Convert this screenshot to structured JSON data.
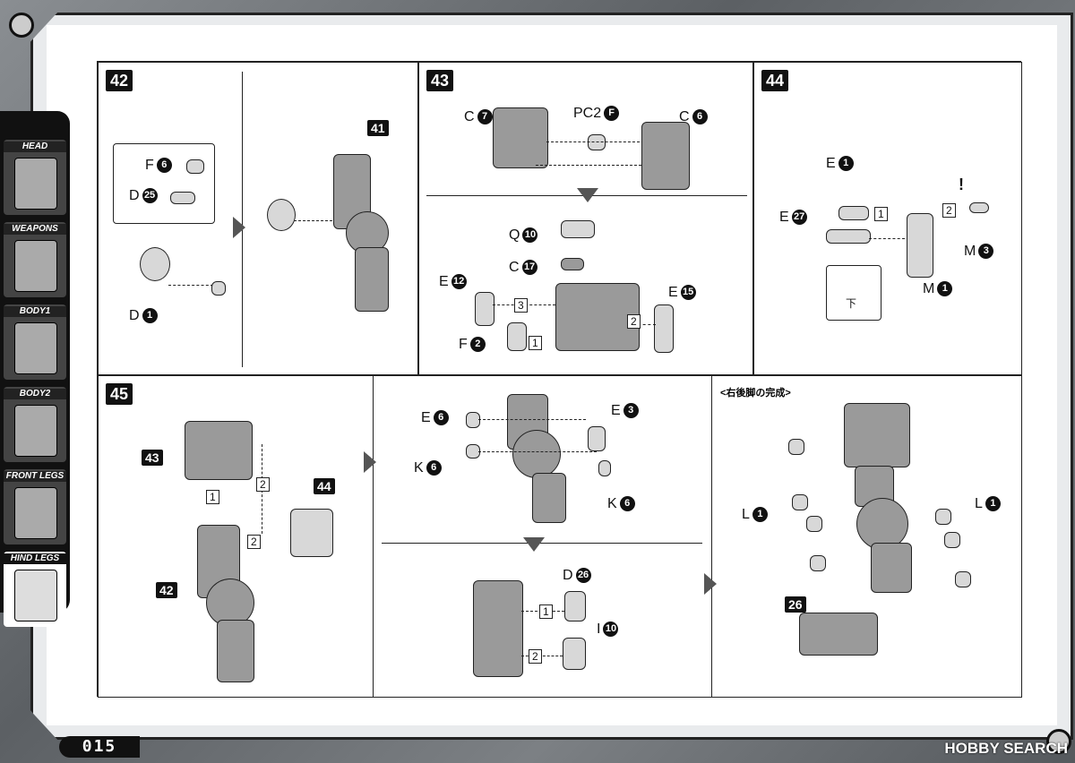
{
  "page_number": "015",
  "watermark": "HOBBY SEARCH",
  "tabs": [
    {
      "label": "HEAD",
      "active": false
    },
    {
      "label": "WEAPONS",
      "active": false
    },
    {
      "label": "BODY1",
      "active": false
    },
    {
      "label": "BODY2",
      "active": false
    },
    {
      "label": "FRONT LEGS",
      "active": false
    },
    {
      "label": "HIND LEGS",
      "active": true
    }
  ],
  "steps": {
    "s42": {
      "number": "42",
      "labels": {
        "f": "F",
        "f_num": "6",
        "d25": "D",
        "d25_num": "25",
        "d1": "D",
        "d1_num": "1"
      },
      "ref": "41"
    },
    "s43": {
      "number": "43",
      "labels": {
        "c7": "C",
        "c7_num": "7",
        "pc2": "PC2",
        "pc2_num": "F",
        "c6": "C",
        "c6_num": "6",
        "q10": "Q",
        "q10_num": "10",
        "c17": "C",
        "c17_num": "17",
        "e12": "E",
        "e12_num": "12",
        "e15": "E",
        "e15_num": "15",
        "f2": "F",
        "f2_num": "2"
      },
      "order": [
        "1",
        "2",
        "3"
      ]
    },
    "s44": {
      "number": "44",
      "labels": {
        "e1": "E",
        "e1_num": "1",
        "e27": "E",
        "e27_num": "27",
        "m3": "M",
        "m3_num": "3",
        "m1": "M",
        "m1_num": "1"
      },
      "order": [
        "1",
        "2"
      ],
      "callout_text": "下",
      "warning": "!"
    },
    "s45": {
      "number": "45",
      "refs": {
        "r43": "43",
        "r44": "44",
        "r42": "42",
        "r26": "26"
      },
      "order": [
        "1",
        "2"
      ],
      "mid_labels": {
        "e6": "E",
        "e6_num": "6",
        "e3": "E",
        "e3_num": "3",
        "k6a": "K",
        "k6a_num": "6",
        "k6b": "K",
        "k6b_num": "6"
      },
      "low_labels": {
        "d26": "D",
        "d26_num": "26",
        "i10": "I",
        "i10_num": "10"
      },
      "low_order": [
        "1",
        "2"
      ],
      "complete_caption": "<右後脚の完成>",
      "complete_labels": {
        "l1a": "L",
        "l1a_num": "1",
        "l1b": "L",
        "l1b_num": "1"
      }
    }
  }
}
